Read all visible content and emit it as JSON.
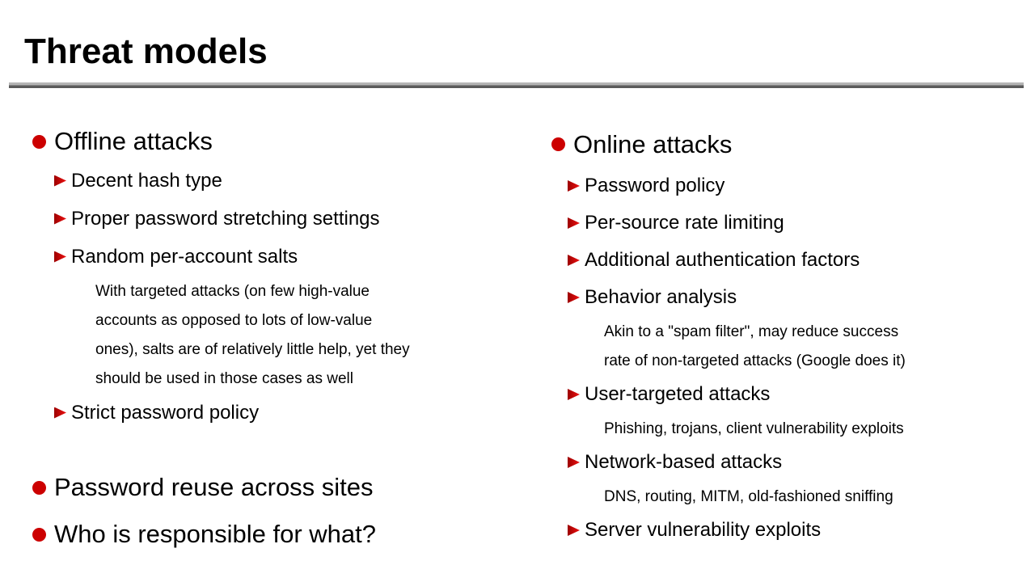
{
  "slide": {
    "title": "Threat models",
    "colors": {
      "bullet": "#cc0000",
      "triangle_bright": "#ee1111",
      "rule_top": "#b4b4b4",
      "rule_bottom": "#5a5a5a"
    },
    "icons": {
      "level1": "circle-bullet-icon",
      "level2": "triangle-bullet-icon"
    }
  },
  "columns": [
    {
      "name": "left",
      "items": [
        {
          "type": "l1",
          "text": "Offline attacks"
        },
        {
          "type": "l2",
          "text": "Decent hash type"
        },
        {
          "type": "l2",
          "text": "Proper password stretching settings"
        },
        {
          "type": "l2",
          "text": "Random per-account salts"
        },
        {
          "type": "note",
          "lines": [
            "With targeted attacks (on few high-value",
            "accounts as opposed to lots of low-value",
            "ones), salts are of relatively little help, yet they",
            "should be used in those cases as well"
          ]
        },
        {
          "type": "l2",
          "text": "Strict password policy"
        },
        {
          "type": "spacer"
        },
        {
          "type": "l1",
          "text": "Password reuse across sites"
        },
        {
          "type": "l1",
          "text": "Who is responsible for what?"
        }
      ]
    },
    {
      "name": "right",
      "items": [
        {
          "type": "l1",
          "text": "Online attacks"
        },
        {
          "type": "l2",
          "text": "Password policy"
        },
        {
          "type": "l2",
          "text": "Per-source rate limiting"
        },
        {
          "type": "l2",
          "text": "Additional authentication factors"
        },
        {
          "type": "l2",
          "text": "Behavior analysis"
        },
        {
          "type": "note",
          "lines": [
            "Akin to a \"spam filter\", may reduce success",
            "rate of non-targeted attacks (Google does it)"
          ]
        },
        {
          "type": "l2",
          "text": "User-targeted attacks"
        },
        {
          "type": "note",
          "lines": [
            "Phishing, trojans, client vulnerability exploits"
          ]
        },
        {
          "type": "l2",
          "text": "Network-based attacks"
        },
        {
          "type": "note",
          "lines": [
            "DNS, routing, MITM, old-fashioned sniffing"
          ]
        },
        {
          "type": "l2",
          "text": "Server vulnerability exploits"
        }
      ]
    }
  ]
}
